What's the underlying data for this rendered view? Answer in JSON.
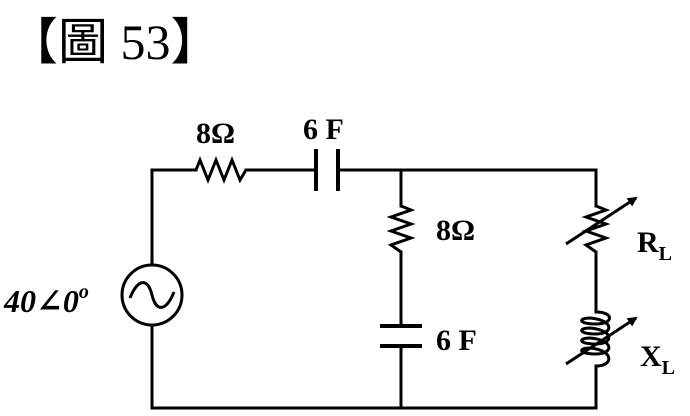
{
  "figure": {
    "title": "【圖 53】"
  },
  "circuit": {
    "source_label": "40∠0",
    "source_label_sup": "o",
    "series_resistor_label": "8Ω",
    "series_capacitor_label": "6 F",
    "shunt_resistor_label": "8Ω",
    "shunt_capacitor_label": "6 F",
    "load_resistor_label": "R",
    "load_resistor_sub": "L",
    "load_inductor_label": "X",
    "load_inductor_sub": "L"
  },
  "colors": {
    "line": "#000000",
    "background": "#ffffff"
  }
}
